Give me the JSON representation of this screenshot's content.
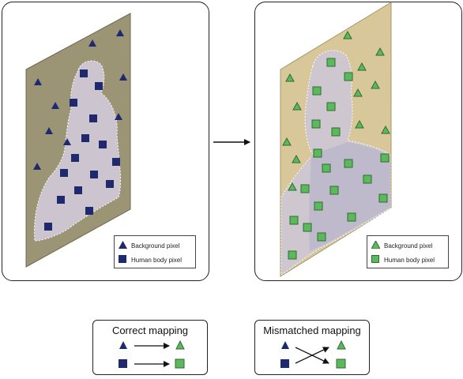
{
  "left_panel": {
    "legend": {
      "background_label": "Background pixel",
      "body_label": "Human body pixel",
      "marker_color": "#1f2a6e"
    }
  },
  "right_panel": {
    "legend": {
      "background_label": "Background pixel",
      "body_label": "Human body pixel",
      "marker_color": "#5cb85c"
    }
  },
  "correct_box": {
    "title": "Correct mapping"
  },
  "mismatched_box": {
    "title": "Mismatched mapping"
  },
  "colors": {
    "source_marker": "#1f2a6e",
    "target_marker": "#5cb85c",
    "target_marker_edge": "#2f6b2f",
    "plane_left": "#9c9575",
    "plane_right": "#d3c28f",
    "silhouette": "#cfc7d3"
  }
}
